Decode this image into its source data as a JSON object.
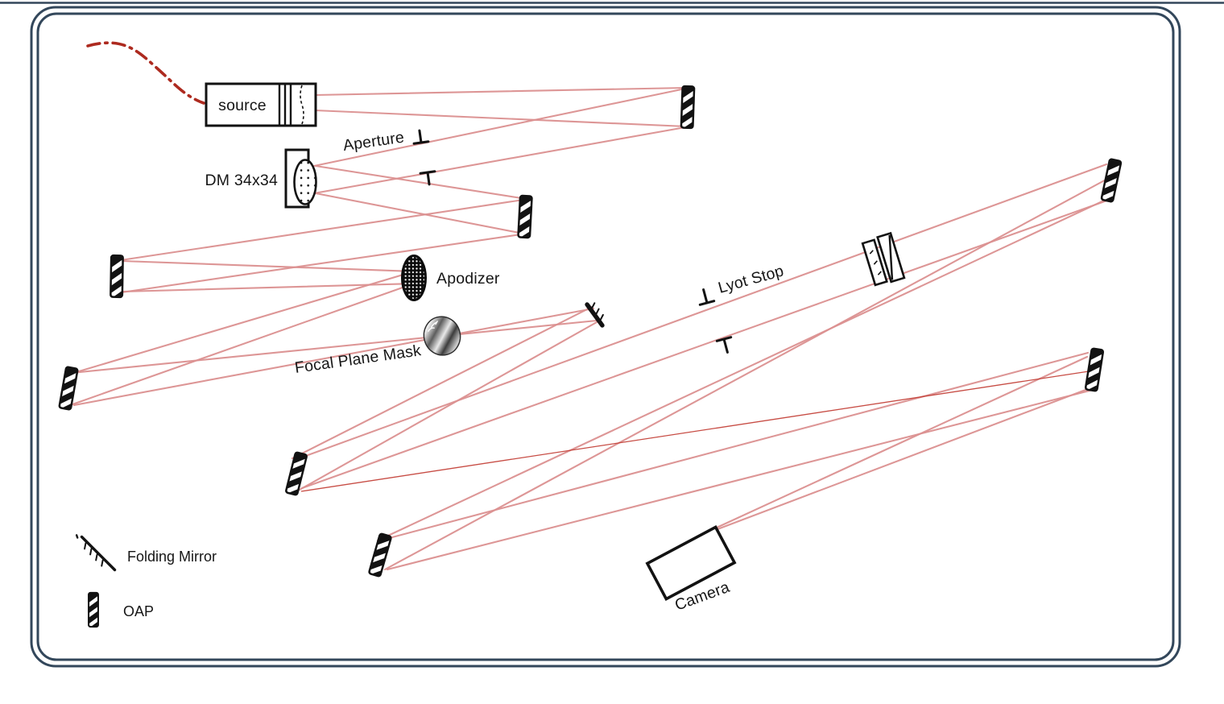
{
  "diagram": {
    "type": "optical-layout",
    "labels": {
      "source": "source",
      "dm": "DM 34x34",
      "aperture": "Aperture",
      "apodizer": "Apodizer",
      "focal_plane_mask": "Focal Plane Mask",
      "lyot_stop": "Lyot Stop",
      "camera": "Camera"
    },
    "legend": {
      "folding_mirror": "Folding Mirror",
      "oap": "OAP"
    },
    "colors": {
      "frame": "#33475b",
      "ray": "#db9090",
      "chief_ray": "#c4423a",
      "fiber": "#ad2a1f",
      "ink": "#141414"
    }
  }
}
